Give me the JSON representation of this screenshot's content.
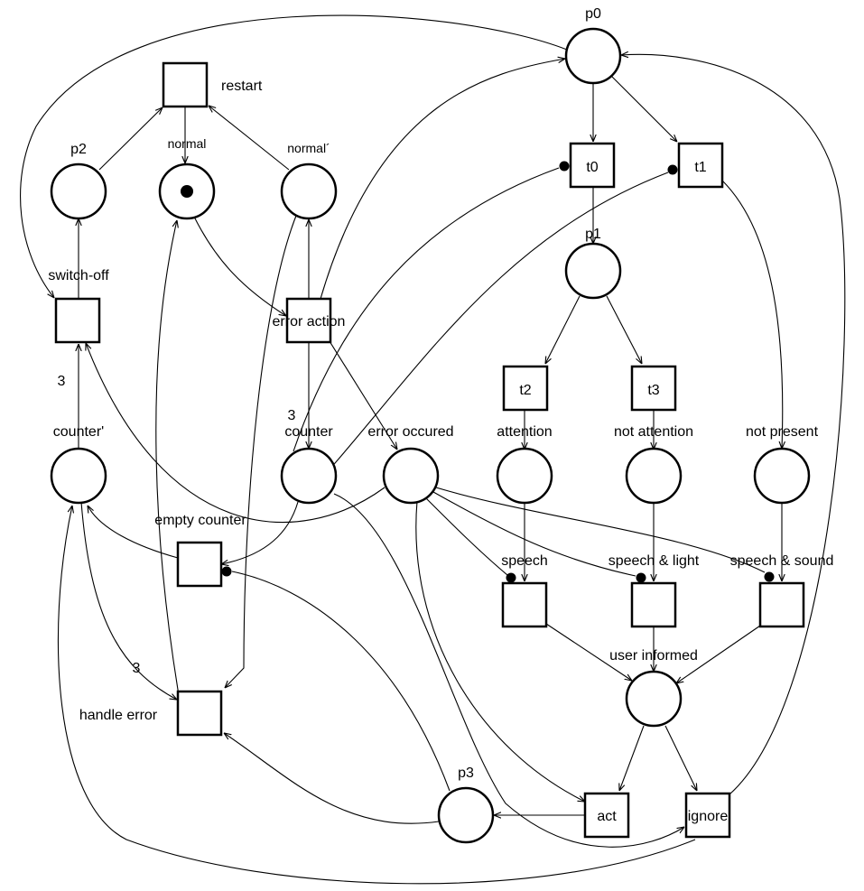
{
  "diagram": {
    "places": [
      {
        "id": "p0",
        "label": "p0"
      },
      {
        "id": "p1",
        "label": "p1"
      },
      {
        "id": "p2",
        "label": "p2"
      },
      {
        "id": "p3",
        "label": "p3"
      },
      {
        "id": "normal",
        "label": "normal",
        "tokens": 1
      },
      {
        "id": "normal2",
        "label": "normal´"
      },
      {
        "id": "counter",
        "label": "counter"
      },
      {
        "id": "counter2",
        "label": "counter'"
      },
      {
        "id": "error_occured",
        "label": "error occured"
      },
      {
        "id": "attention",
        "label": "attention"
      },
      {
        "id": "not_attention",
        "label": "not attention"
      },
      {
        "id": "not_present",
        "label": "not present"
      },
      {
        "id": "user_informed",
        "label": "user informed"
      }
    ],
    "transitions": [
      {
        "id": "t0",
        "label": "t0"
      },
      {
        "id": "t1",
        "label": "t1"
      },
      {
        "id": "t2",
        "label": "t2"
      },
      {
        "id": "t3",
        "label": "t3"
      },
      {
        "id": "restart",
        "label": "restart"
      },
      {
        "id": "switch_off",
        "label": "switch-off"
      },
      {
        "id": "error_action",
        "label": "error action"
      },
      {
        "id": "empty_counter",
        "label": "empty counter"
      },
      {
        "id": "handle_error",
        "label": "handle error"
      },
      {
        "id": "speech",
        "label": "speech"
      },
      {
        "id": "speech_light",
        "label": "speech & light"
      },
      {
        "id": "speech_sound",
        "label": "speech & sound"
      },
      {
        "id": "act",
        "label": "act"
      },
      {
        "id": "ignore",
        "label": "ignore"
      }
    ],
    "arc_weights": {
      "switch_off": "3",
      "counter": "3",
      "handle_error": "3"
    }
  }
}
